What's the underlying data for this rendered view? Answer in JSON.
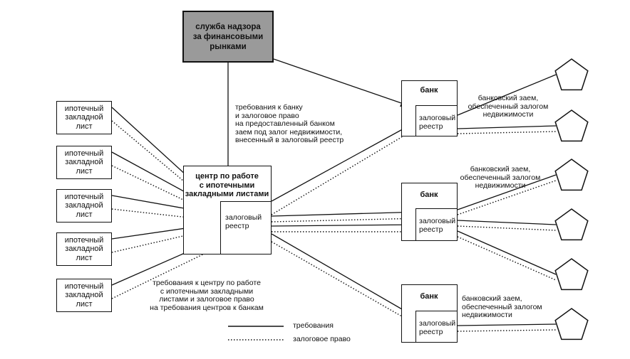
{
  "supervisor": {
    "label": "служба надзора\nза финансовыми\nрынками"
  },
  "center": {
    "title": "центр по работе\nс ипотечными\nзакладными листами",
    "registry": "залоговый\nреестр"
  },
  "liens": [
    "ипотечный\nзакладной\nлист",
    "ипотечный\nзакладной\nлист",
    "ипотечный\nзакладной\nлист",
    "ипотечный\nзакладной\nлист",
    "ипотечный\nзакладной\nлист"
  ],
  "banks": [
    {
      "title": "банк",
      "registry": "залоговый\nреестр",
      "loan_note": "банковский заем,\nобеспеченный залогом\nнедвижимости"
    },
    {
      "title": "банк",
      "registry": "залоговый\nреестр",
      "loan_note": "банковский заем,\nобеспеченный залогом\nнедвижимости"
    },
    {
      "title": "банк",
      "registry": "залоговый\nреестр",
      "loan_note": "банковский заем,\nобеспеченный залогом\nнедвижимости"
    }
  ],
  "annotations": {
    "bank_claims": "требования к банку\nи залоговое право\nна предоставленный банком\nзаем под залог недвижимости,\nвнесенный в залоговый реестр",
    "center_claims": "требования к центру по работе\nс ипотечными закладными\nлистами и залоговое право\nна требования центров к банкам"
  },
  "legend": {
    "claims": "требования",
    "lien": "залоговое право"
  },
  "styles": {
    "line": "#111111",
    "supervisor_fill": "#9a9a9a"
  },
  "properties": {
    "count": 6,
    "icon": "pentagon-icon"
  }
}
